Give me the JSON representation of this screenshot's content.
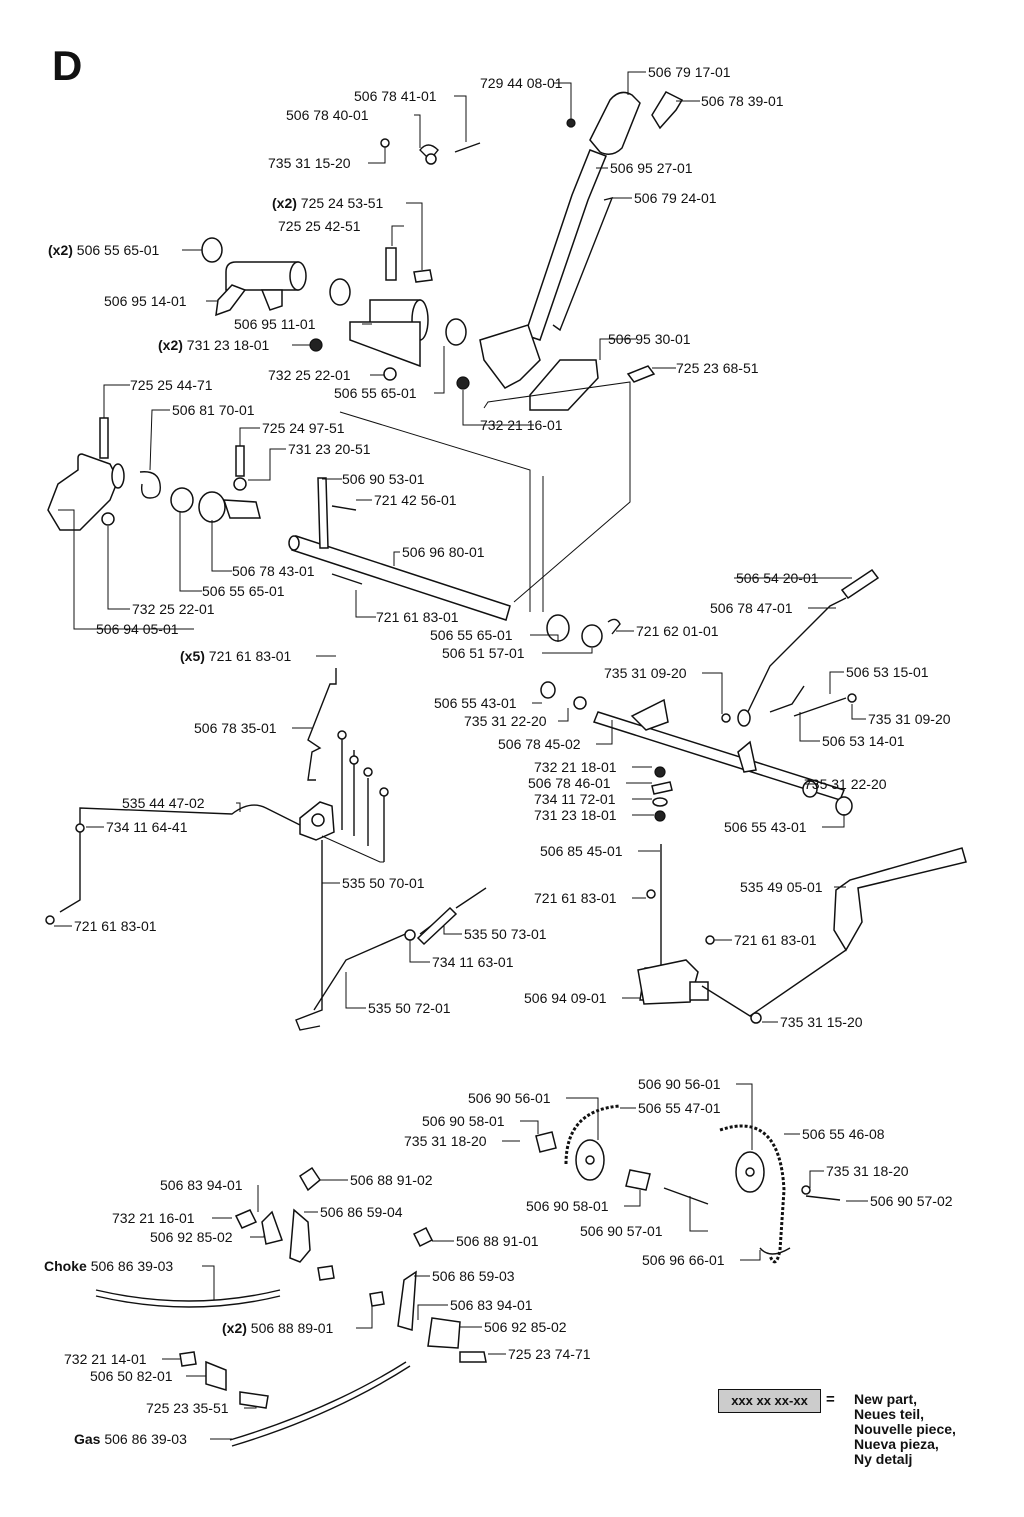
{
  "section_letter": "D",
  "parts": [
    {
      "prefix": "",
      "number": "729 44 08-01"
    },
    {
      "prefix": "",
      "number": "506 79 17-01"
    },
    {
      "prefix": "",
      "number": "506 78 41-01"
    },
    {
      "prefix": "",
      "number": "506 78 39-01"
    },
    {
      "prefix": "",
      "number": "506 78 40-01"
    },
    {
      "prefix": "",
      "number": "735 31 15-20"
    },
    {
      "prefix": "",
      "number": "506 95 27-01"
    },
    {
      "prefix": "(x2)",
      "number": "725 24 53-51"
    },
    {
      "prefix": "",
      "number": "506 79 24-01"
    },
    {
      "prefix": "",
      "number": "725 25 42-51"
    },
    {
      "prefix": "(x2)",
      "number": "506 55 65-01"
    },
    {
      "prefix": "",
      "number": "506 95 14-01"
    },
    {
      "prefix": "",
      "number": "506 95 11-01"
    },
    {
      "prefix": "",
      "number": "506 95 30-01"
    },
    {
      "prefix": "(x2)",
      "number": "731 23 18-01"
    },
    {
      "prefix": "",
      "number": "725 23 68-51"
    },
    {
      "prefix": "",
      "number": "732 25 22-01"
    },
    {
      "prefix": "",
      "number": "506 55 65-01"
    },
    {
      "prefix": "",
      "number": "725 25 44-71"
    },
    {
      "prefix": "",
      "number": "732 21 16-01"
    },
    {
      "prefix": "",
      "number": "506 81 70-01"
    },
    {
      "prefix": "",
      "number": "725 24 97-51"
    },
    {
      "prefix": "",
      "number": "731 23 20-51"
    },
    {
      "prefix": "",
      "number": "506 90 53-01"
    },
    {
      "prefix": "",
      "number": "721 42 56-01"
    },
    {
      "prefix": "",
      "number": "506 96 80-01"
    },
    {
      "prefix": "",
      "number": "506 78 43-01"
    },
    {
      "prefix": "",
      "number": "506 55 65-01"
    },
    {
      "prefix": "",
      "number": "506 54 20-01"
    },
    {
      "prefix": "",
      "number": "732 25 22-01"
    },
    {
      "prefix": "",
      "number": "721 61 83-01"
    },
    {
      "prefix": "",
      "number": "506 78 47-01"
    },
    {
      "prefix": "",
      "number": "506 94 05-01"
    },
    {
      "prefix": "",
      "number": "506 55 65-01"
    },
    {
      "prefix": "",
      "number": "721 62 01-01"
    },
    {
      "prefix": "",
      "number": "506 51 57-01"
    },
    {
      "prefix": "(x5)",
      "number": "721 61 83-01"
    },
    {
      "prefix": "",
      "number": "735 31 09-20"
    },
    {
      "prefix": "",
      "number": "506 53 15-01"
    },
    {
      "prefix": "",
      "number": "506 55 43-01"
    },
    {
      "prefix": "",
      "number": "506 78 35-01"
    },
    {
      "prefix": "",
      "number": "735 31 22-20"
    },
    {
      "prefix": "",
      "number": "735 31 09-20"
    },
    {
      "prefix": "",
      "number": "506 78 45-02"
    },
    {
      "prefix": "",
      "number": "506 53 14-01"
    },
    {
      "prefix": "",
      "number": "732 21 18-01"
    },
    {
      "prefix": "",
      "number": "506 78 46-01"
    },
    {
      "prefix": "",
      "number": "735 31 22-20"
    },
    {
      "prefix": "",
      "number": "535 44 47-02"
    },
    {
      "prefix": "",
      "number": "734 11 72-01"
    },
    {
      "prefix": "",
      "number": "734 11 64-41"
    },
    {
      "prefix": "",
      "number": "731 23 18-01"
    },
    {
      "prefix": "",
      "number": "506 55 43-01"
    },
    {
      "prefix": "",
      "number": "506 85 45-01"
    },
    {
      "prefix": "",
      "number": "535 50 70-01"
    },
    {
      "prefix": "",
      "number": "535 49 05-01"
    },
    {
      "prefix": "",
      "number": "721 61 83-01"
    },
    {
      "prefix": "",
      "number": "721 61 83-01"
    },
    {
      "prefix": "",
      "number": "535 50 73-01"
    },
    {
      "prefix": "",
      "number": "721 61 83-01"
    },
    {
      "prefix": "",
      "number": "734 11 63-01"
    },
    {
      "prefix": "",
      "number": "506 94 09-01"
    },
    {
      "prefix": "",
      "number": "535 50 72-01"
    },
    {
      "prefix": "",
      "number": "735 31 15-20"
    },
    {
      "prefix": "",
      "number": "506 90 56-01"
    },
    {
      "prefix": "",
      "number": "506 90 56-01"
    },
    {
      "prefix": "",
      "number": "506 55 47-01"
    },
    {
      "prefix": "",
      "number": "506 90 58-01"
    },
    {
      "prefix": "",
      "number": "506 55 46-08"
    },
    {
      "prefix": "",
      "number": "735 31 18-20"
    },
    {
      "prefix": "",
      "number": "735 31 18-20"
    },
    {
      "prefix": "",
      "number": "506 83 94-01"
    },
    {
      "prefix": "",
      "number": "506 88 91-02"
    },
    {
      "prefix": "",
      "number": "506 90 58-01"
    },
    {
      "prefix": "",
      "number": "506 90 57-02"
    },
    {
      "prefix": "",
      "number": "732 21 16-01"
    },
    {
      "prefix": "",
      "number": "506 86 59-04"
    },
    {
      "prefix": "",
      "number": "506 90 57-01"
    },
    {
      "prefix": "",
      "number": "506 92 85-02"
    },
    {
      "prefix": "",
      "number": "506 88 91-01"
    },
    {
      "prefix": "",
      "number": "506 96 66-01"
    },
    {
      "prefix": "Choke",
      "number": "506 86 39-03"
    },
    {
      "prefix": "",
      "number": "506 86 59-03"
    },
    {
      "prefix": "",
      "number": "506 83 94-01"
    },
    {
      "prefix": "(x2)",
      "number": "506 88 89-01"
    },
    {
      "prefix": "",
      "number": "506 92 85-02"
    },
    {
      "prefix": "",
      "number": "725 23 74-71"
    },
    {
      "prefix": "",
      "number": "732 21 14-01"
    },
    {
      "prefix": "",
      "number": "506 50 82-01"
    },
    {
      "prefix": "",
      "number": "725 23 35-51"
    },
    {
      "prefix": "Gas",
      "number": "506 86 39-03"
    }
  ],
  "legend": {
    "placeholder": "xxx xx xx-xx",
    "equals": "=",
    "lines": [
      "New part,",
      "Neues teil,",
      "Nouvelle piece,",
      "Nueva pieza,",
      "Ny detalj"
    ]
  }
}
